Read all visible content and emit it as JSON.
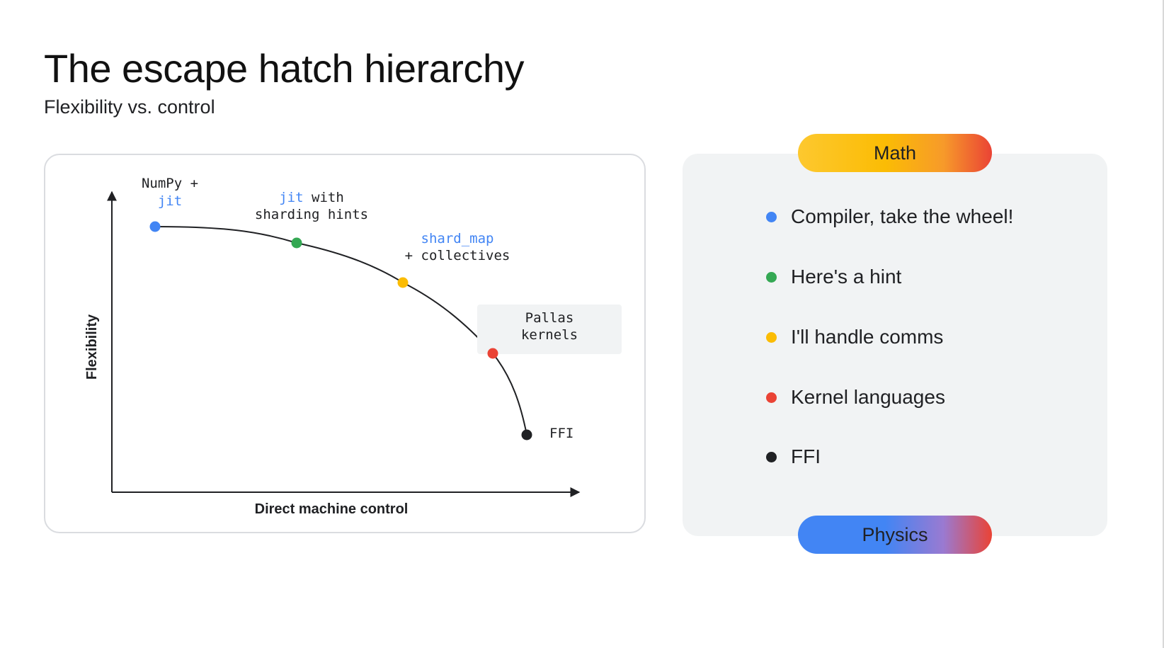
{
  "slide": {
    "title": "The escape hatch hierarchy",
    "subtitle": "Flexibility vs. control"
  },
  "diagram": {
    "y_axis_label": "Flexibility",
    "x_axis_label": "Direct machine control",
    "points": [
      {
        "id": "numpy",
        "color": "#4285f4",
        "label_lines": [
          [
            {
              "text": "NumPy +",
              "blue": false
            }
          ],
          [
            {
              "text": "jit",
              "blue": true
            }
          ]
        ]
      },
      {
        "id": "jit-sharding",
        "color": "#34a853",
        "label_lines": [
          [
            {
              "text": "jit",
              "blue": true
            },
            {
              "text": " with",
              "blue": false
            }
          ],
          [
            {
              "text": "sharding hints",
              "blue": false
            }
          ]
        ]
      },
      {
        "id": "shard-map",
        "color": "#fbbc04",
        "label_lines": [
          [
            {
              "text": "shard_map",
              "blue": true
            }
          ],
          [
            {
              "text": "+ collectives",
              "blue": false
            }
          ]
        ]
      },
      {
        "id": "pallas",
        "color": "#ea4335",
        "label_lines": [
          [
            {
              "text": "Pallas",
              "blue": false
            }
          ],
          [
            {
              "text": "kernels",
              "blue": false
            }
          ]
        ]
      },
      {
        "id": "ffi",
        "color": "#202124",
        "label_lines": [
          [
            {
              "text": "FFI",
              "blue": false
            }
          ]
        ]
      }
    ]
  },
  "legend": {
    "top_pill": "Math",
    "bottom_pill": "Physics",
    "items": [
      {
        "text": "Compiler, take the wheel!",
        "color": "#4285f4"
      },
      {
        "text": "Here's a hint",
        "color": "#34a853"
      },
      {
        "text": "I'll handle comms",
        "color": "#fbbc04"
      },
      {
        "text": "Kernel languages",
        "color": "#ea4335"
      },
      {
        "text": "FFI",
        "color": "#202124"
      }
    ]
  }
}
